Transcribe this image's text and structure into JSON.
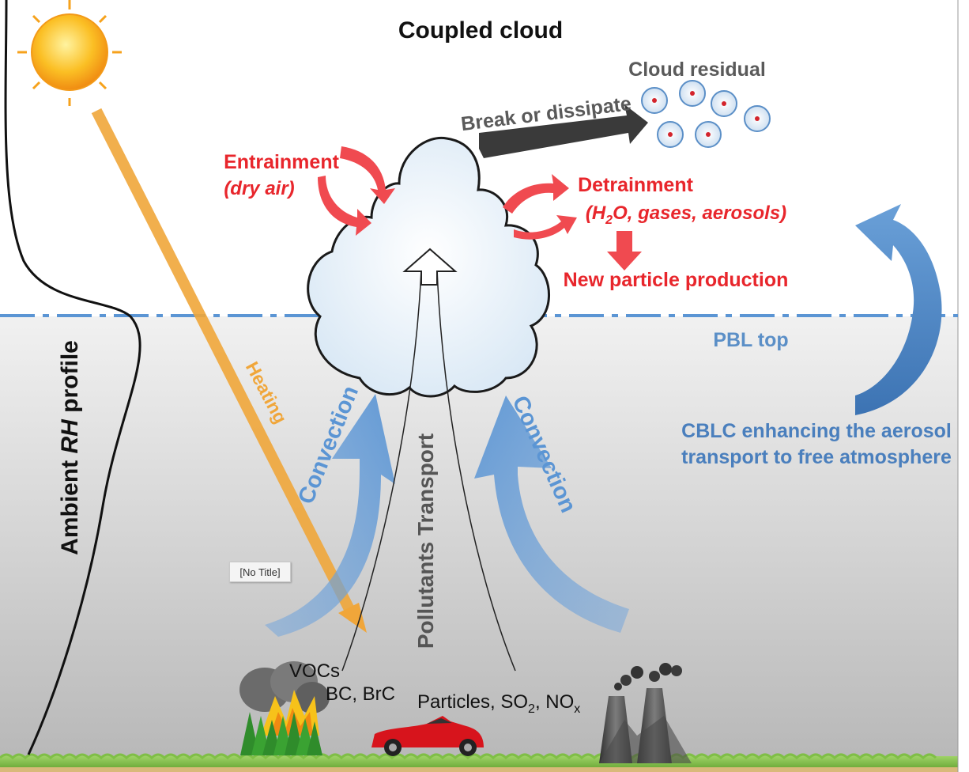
{
  "title": "Coupled cloud",
  "labels": {
    "cloud_residual": "Cloud residual",
    "break_dissipate": "Break or dissipate",
    "entrainment": "Entrainment",
    "entrainment_sub": "(dry air)",
    "detrainment": "Detrainment",
    "detrainment_sub_pre": "(H",
    "detrainment_sub_2": "2",
    "detrainment_sub_post": "O, gases, aerosols)",
    "new_particle": "New particle production",
    "pbl_top": "PBL top",
    "cblc_line1": "CBLC enhancing the aerosol",
    "cblc_line2": "transport to free atmosphere",
    "heating": "Heating",
    "convection_left": "Convection",
    "convection_right": "Convection",
    "pollutants": "Pollutants Transport",
    "rh_pre": "Ambient ",
    "rh_italic": "RH",
    "rh_post": " profile",
    "vocs": "VOCs",
    "bc": "BC, BrC",
    "particles_pre": "Particles, SO",
    "particles_sub1": "2",
    "particles_mid": ", NO",
    "particles_sub2": "x"
  },
  "tooltip": "[No Title]",
  "icons": [
    "sun-icon",
    "cloud-icon",
    "fire-icon",
    "car-icon",
    "factory-icon"
  ],
  "colors": {
    "red_label": "#e8262c",
    "blue_label": "#5b8fc7",
    "orange_arrow": "#f0a63a",
    "dark_arrow": "#333333",
    "grey_text": "#5a5a5a"
  }
}
